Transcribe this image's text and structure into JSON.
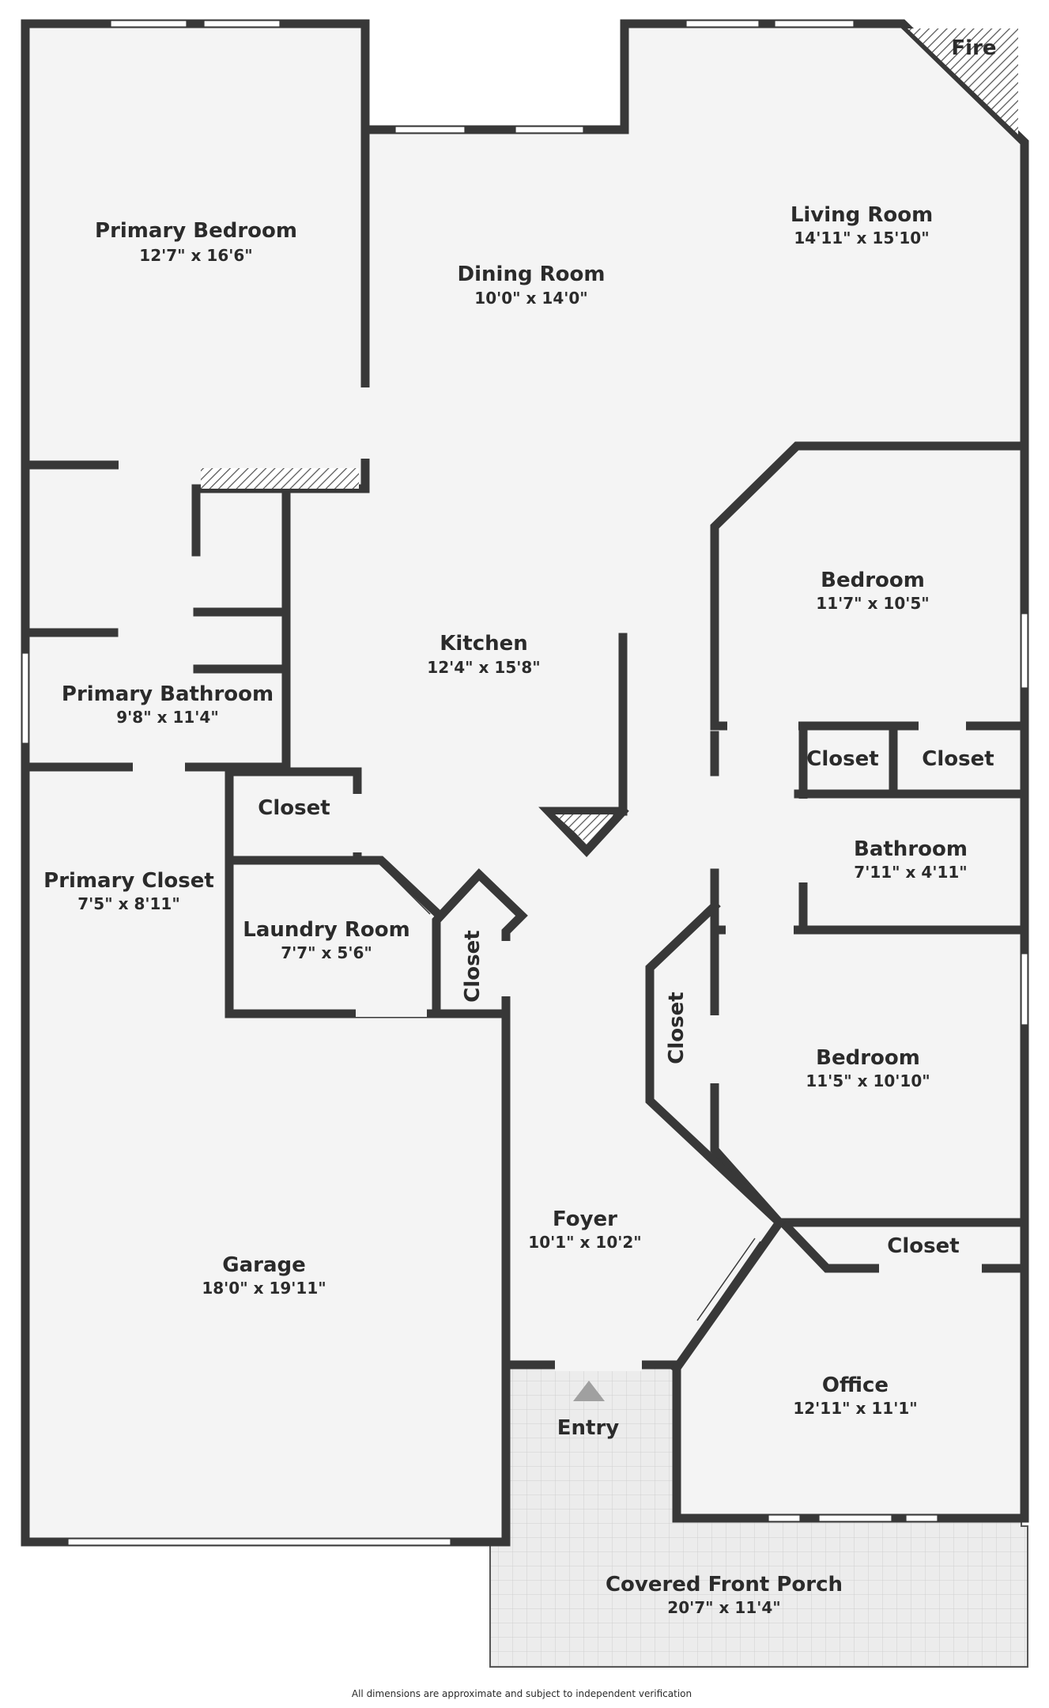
{
  "rooms": {
    "primary_bedroom": {
      "name": "Primary Bedroom",
      "dim": "12'7\" x 16'6\""
    },
    "dining_room": {
      "name": "Dining Room",
      "dim": "10'0\" x 14'0\""
    },
    "living_room": {
      "name": "Living Room",
      "dim": "14'11\" x 15'10\""
    },
    "kitchen": {
      "name": "Kitchen",
      "dim": "12'4\" x 15'8\""
    },
    "bedroom_upper": {
      "name": "Bedroom",
      "dim": "11'7\" x 10'5\""
    },
    "primary_bathroom": {
      "name": "Primary Bathroom",
      "dim": "9'8\" x 11'4\""
    },
    "closet_a": {
      "name": "Closet"
    },
    "closet_b": {
      "name": "Closet"
    },
    "closet_c": {
      "name": "Closet"
    },
    "bathroom": {
      "name": "Bathroom",
      "dim": "7'11\" x 4'11\""
    },
    "primary_closet": {
      "name": "Primary Closet",
      "dim": "7'5\" x 8'11\""
    },
    "laundry_room": {
      "name": "Laundry Room",
      "dim": "7'7\" x 5'6\""
    },
    "closet_d": {
      "name": "Closet"
    },
    "closet_e": {
      "name": "Closet"
    },
    "bedroom_lower": {
      "name": "Bedroom",
      "dim": "11'5\" x 10'10\""
    },
    "foyer": {
      "name": "Foyer",
      "dim": "10'1\" x 10'2\""
    },
    "closet_f": {
      "name": "Closet"
    },
    "garage": {
      "name": "Garage",
      "dim": "18'0\" x 19'11\""
    },
    "office": {
      "name": "Office",
      "dim": "12'11\" x 11'1\""
    },
    "porch": {
      "name": "Covered Front Porch",
      "dim": "20'7\" x 11'4\""
    }
  },
  "labels": {
    "fireplace": "Fire",
    "entry": "Entry",
    "disclaimer": "All dimensions are approximate and subject to independent verification"
  },
  "colors": {
    "wall": "#383838",
    "floor": "#f4f4f4",
    "porch": "#e9e9e9",
    "text": "#2b2b2b",
    "entry_arrow": "#a0a0a0"
  }
}
